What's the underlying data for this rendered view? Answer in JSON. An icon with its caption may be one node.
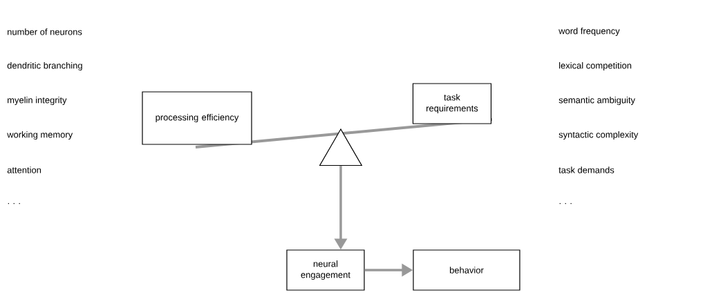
{
  "diagram": {
    "nodes": [
      {
        "text": [
          "processing efficiency"
        ]
      },
      {
        "text": [
          "task requirements"
        ]
      },
      {
        "text": [],
        "shape": "triangle"
      },
      {
        "text": [
          "neural engagement"
        ]
      },
      {
        "text": [
          "behavior"
        ]
      }
    ],
    "edges": [
      {
        "from": 2,
        "to": 3,
        "arrow": "to"
      },
      {
        "from": 3,
        "to": 4,
        "arrow": "to"
      }
    ],
    "labels": [
      "number of neurons",
      "dendritic branching",
      "myelin integrity",
      "working memory",
      "attention",
      "· · ·",
      "word frequency",
      "lexical competition",
      "semantic ambiguity",
      "syntactic complexity",
      "task demands",
      "· · ·"
    ]
  }
}
